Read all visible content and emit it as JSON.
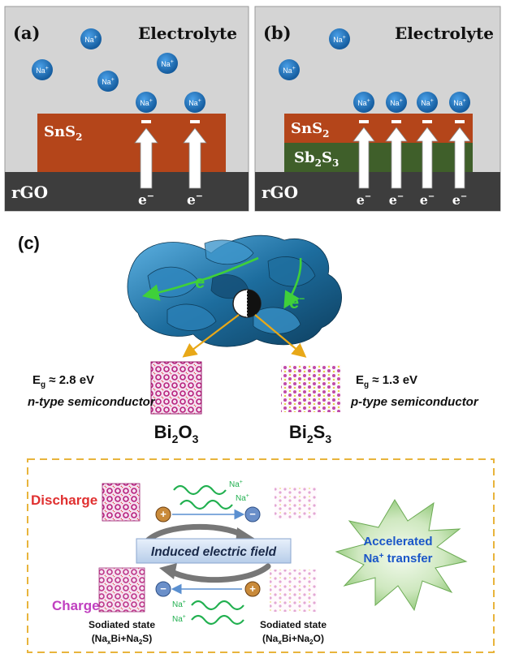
{
  "panel_a": {
    "label": "(a)",
    "electrolyte": "Electrolyte",
    "top_layer": "SnS",
    "top_layer_sub": "2",
    "substrate": "rGO",
    "ion": "Na",
    "ion_sup": "+",
    "electron": "e",
    "electron_sup": "−",
    "minus": "−"
  },
  "panel_b": {
    "label": "(b)",
    "electrolyte": "Electrolyte",
    "top_layer": "SnS",
    "top_layer_sub": "2",
    "mid_layer_a": "Sb",
    "mid_layer_sub1": "2",
    "mid_layer_b": "S",
    "mid_layer_sub2": "3",
    "substrate": "rGO",
    "ion": "Na",
    "ion_sup": "+",
    "electron": "e",
    "electron_sup": "−"
  },
  "panel_c": {
    "label": "(c)",
    "electron": "e",
    "electron_sup": "−",
    "left": {
      "eg_prefix": "E",
      "eg_sub": "g",
      "eg_value": " ≈ 2.8 eV",
      "type": "n-type semiconductor",
      "formula_a": "Bi",
      "formula_sub1": "2",
      "formula_b": "O",
      "formula_sub2": "3"
    },
    "right": {
      "eg_prefix": "E",
      "eg_sub": "g",
      "eg_value": " ≈ 1.3 eV",
      "type": "p-type semiconductor",
      "formula_a": "Bi",
      "formula_sub1": "2",
      "formula_b": "S",
      "formula_sub2": "3"
    }
  },
  "bottom": {
    "discharge": "Discharge",
    "charge": "Charge",
    "field": "Induced electric field",
    "na_label": "Na",
    "na_sup": "+",
    "accel_line1": "Accelerated",
    "accel_line2": "Na",
    "accel_sup": "+",
    "accel_line2_end": " transfer",
    "plus": "+",
    "minus": "−",
    "state_left_title": "Sodiated state",
    "state_left_a": "(Na",
    "state_left_x": "x",
    "state_left_b": "Bi+Na",
    "state_left_2": "2",
    "state_left_c": "S)",
    "state_right_title": "Sodiated state",
    "state_right_a": "(Na",
    "state_right_x": "x",
    "state_right_b": "Bi+Na",
    "state_right_2": "2",
    "state_right_c": "O)"
  },
  "colors": {
    "panel_bg": "#d4d4d4",
    "sns2": "#b4451a",
    "sb2s3": "#3f5f2a",
    "rgo": "#3d3d3d",
    "ion": "#1c6fb8",
    "dash_border": "#e8b43c",
    "discharge": "#e03030",
    "charge": "#c040c0",
    "wave": "#22b050",
    "accel_text": "#1a56c8",
    "field_box": "#c9d9ee"
  }
}
